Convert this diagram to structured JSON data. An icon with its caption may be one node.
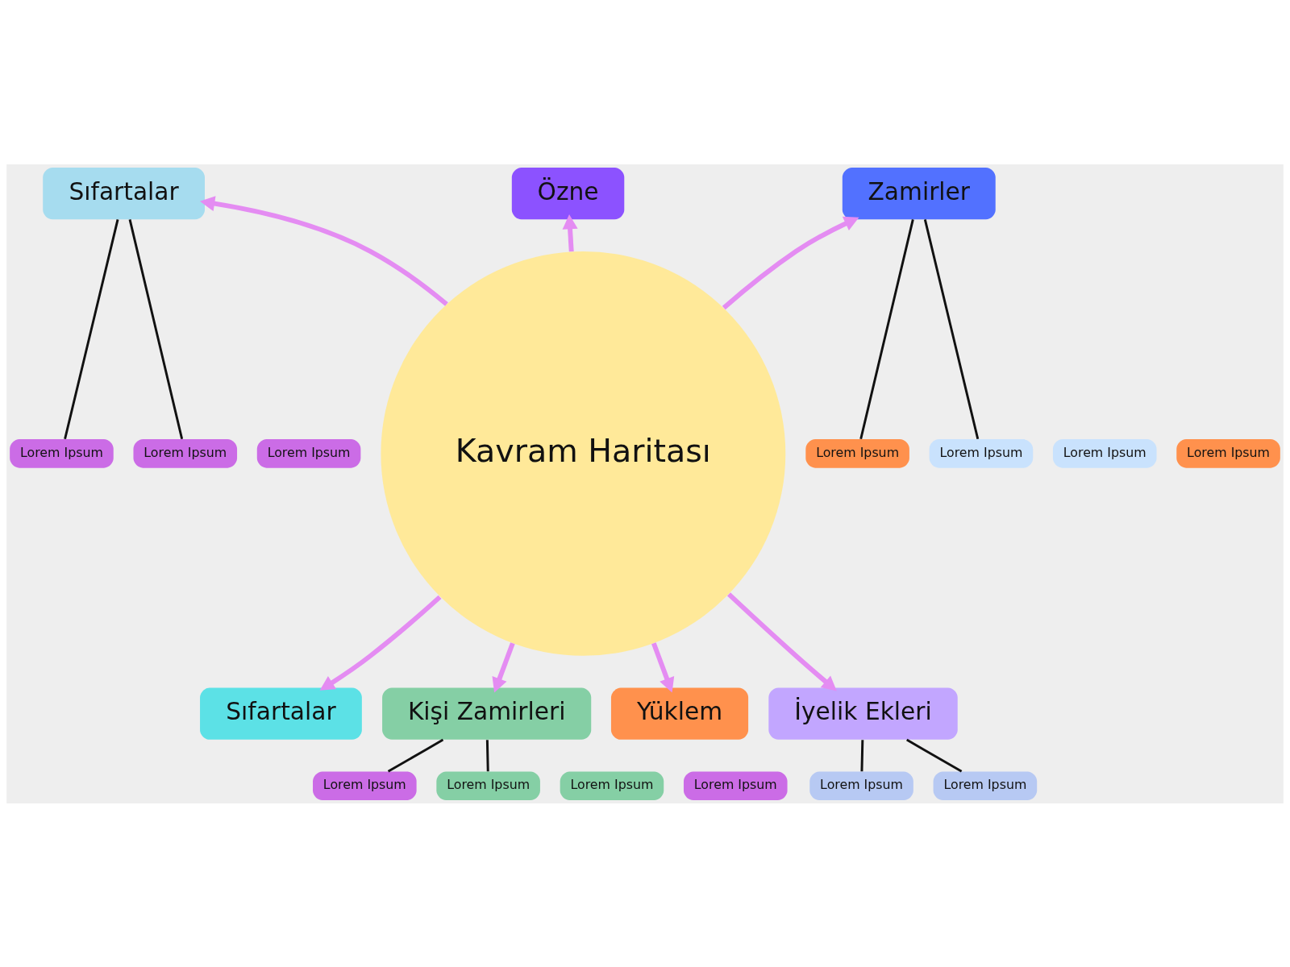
{
  "diagram": {
    "nodes": [
      {
        "text": [
          "Özne"
        ]
      },
      {
        "text": [
          "Sıfartalar"
        ]
      },
      {
        "text": [
          "Lorem Ipsum"
        ]
      },
      {
        "text": [
          "Lorem Ipsum"
        ]
      },
      {
        "text": [
          "Lorem Ipsum"
        ]
      },
      {
        "text": [
          "Zamirler"
        ]
      },
      {
        "text": [
          "Lorem Ipsum"
        ]
      },
      {
        "text": [
          "Lorem Ipsum"
        ]
      },
      {
        "text": [
          "Lorem Ipsum"
        ]
      },
      {
        "text": [
          "Lorem Ipsum"
        ]
      },
      {
        "text": [
          "Kavram Haritası"
        ]
      },
      {
        "text": [
          "Sıfartalar"
        ]
      },
      {
        "text": [
          "İyelik Ekleri"
        ]
      },
      {
        "text": [
          "Lorem Ipsum"
        ]
      },
      {
        "text": [
          "Lorem Ipsum"
        ]
      },
      {
        "text": [
          "Kişi Zamirleri"
        ]
      },
      {
        "text": [
          "Lorem Ipsum"
        ]
      },
      {
        "text": [
          "Lorem Ipsum"
        ]
      },
      {
        "text": [
          "Lorem Ipsum"
        ]
      },
      {
        "text": [
          "Lorem Ipsum"
        ]
      },
      {
        "text": [
          "Yüklem"
        ]
      }
    ],
    "edges": [
      {
        "from": 10,
        "to": 0,
        "arrow": "to",
        "style": "thick",
        "color": "#e48cf2"
      },
      {
        "from": 10,
        "to": 1,
        "arrow": "to",
        "style": "thick",
        "color": "#e48cf2"
      },
      {
        "from": 10,
        "to": 5,
        "arrow": "to",
        "style": "thick",
        "color": "#e48cf2"
      },
      {
        "from": 10,
        "to": 11,
        "arrow": "to",
        "style": "thick",
        "color": "#e48cf2"
      },
      {
        "from": 10,
        "to": 12,
        "arrow": "to",
        "style": "thick",
        "color": "#e48cf2"
      },
      {
        "from": 10,
        "to": 15,
        "arrow": "to",
        "style": "thick",
        "color": "#e48cf2"
      },
      {
        "from": 10,
        "to": 20,
        "arrow": "to",
        "style": "thick",
        "color": "#e48cf2"
      },
      {
        "from": 1,
        "to": 2,
        "arrow": "none"
      },
      {
        "from": 1,
        "to": 3,
        "arrow": "none"
      },
      {
        "from": 5,
        "to": 6,
        "arrow": "none"
      },
      {
        "from": 5,
        "to": 7,
        "arrow": "none"
      },
      {
        "from": 12,
        "to": 13,
        "arrow": "none"
      },
      {
        "from": 12,
        "to": 14,
        "arrow": "none"
      },
      {
        "from": 15,
        "to": 16,
        "arrow": "none"
      },
      {
        "from": 15,
        "to": 17,
        "arrow": "none"
      }
    ]
  }
}
